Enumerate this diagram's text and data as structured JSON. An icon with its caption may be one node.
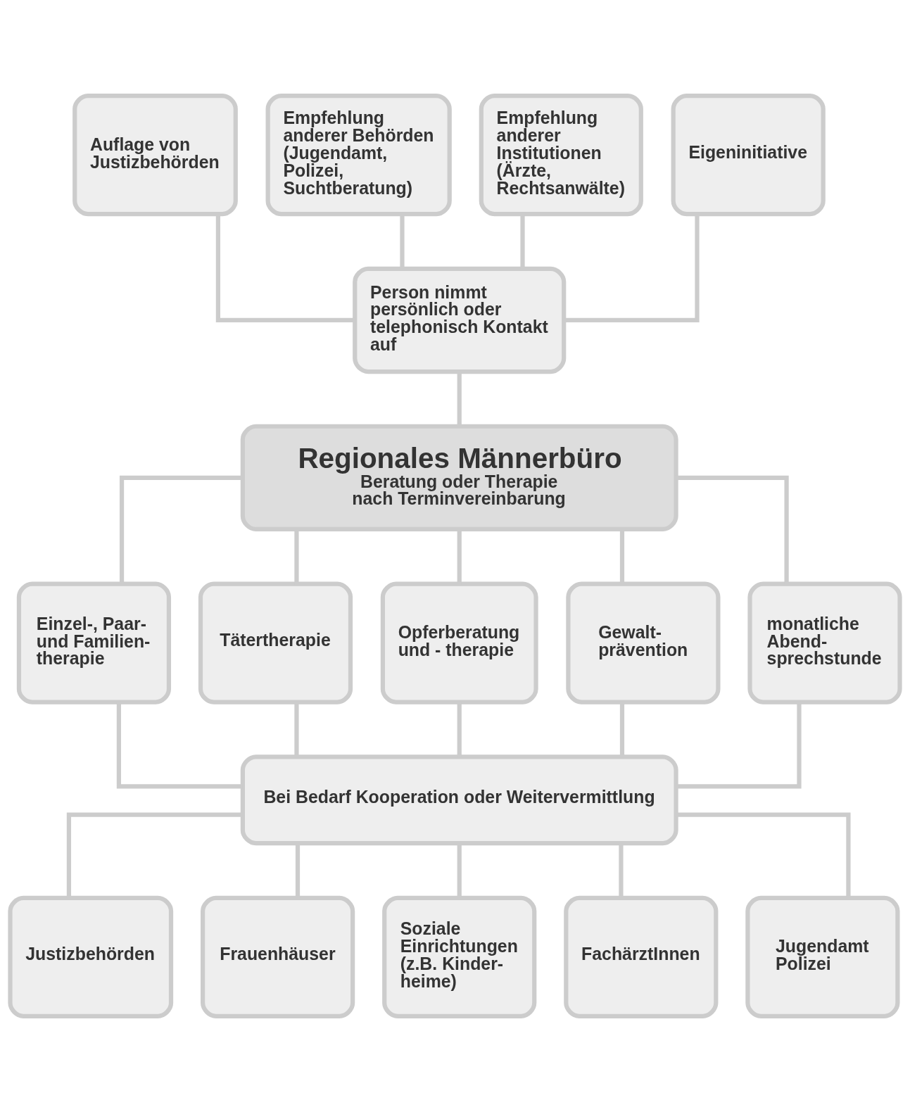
{
  "diagram": {
    "nodes": [
      {
        "text": [
          "Auflage von Justizbehörden"
        ]
      },
      {
        "text": [
          "Empfehlung anderer Behörden (Jugendamt, Polizei, Suchtberatung)"
        ]
      },
      {
        "text": [
          "Empfehlung anderer Institutionen (Ärzte, Rechtsanwälte)"
        ]
      },
      {
        "text": [
          "Eigeninitiative"
        ]
      },
      {
        "text": [
          "Person nimmt persönlich oder telephonisch Kontakt auf"
        ]
      },
      {
        "text": [
          "Regionales Männerbüro",
          "Beratung oder Therapie nach Terminvereinbarung"
        ]
      },
      {
        "text": [
          "Einzel-, Paar- und Familien- therapie"
        ]
      },
      {
        "text": [
          "Tätertherapie"
        ]
      },
      {
        "text": [
          "Opferberatung und - therapie"
        ]
      },
      {
        "text": [
          "Gewalt- prävention"
        ]
      },
      {
        "text": [
          "monatliche Abend- sprechstunde"
        ]
      },
      {
        "text": [
          "Bei Bedarf Kooperation oder Weitervermittlung"
        ]
      },
      {
        "text": [
          "Justizbehörden"
        ]
      },
      {
        "text": [
          "Frauenhäuser"
        ]
      },
      {
        "text": [
          "Soziale Einrichtungen (z.B. Kinder- heime)"
        ]
      },
      {
        "text": [
          "FachärztInnen"
        ]
      },
      {
        "text": [
          "Jugendamt Polizei"
        ]
      }
    ],
    "edges": [
      {
        "from": 0,
        "to": 4,
        "arrow": "none"
      },
      {
        "from": 1,
        "to": 4,
        "arrow": "none"
      },
      {
        "from": 2,
        "to": 4,
        "arrow": "none"
      },
      {
        "from": 3,
        "to": 4,
        "arrow": "none"
      },
      {
        "from": 4,
        "to": 5,
        "arrow": "none"
      },
      {
        "from": 5,
        "to": 6,
        "arrow": "none"
      },
      {
        "from": 5,
        "to": 7,
        "arrow": "none"
      },
      {
        "from": 5,
        "to": 8,
        "arrow": "none"
      },
      {
        "from": 5,
        "to": 9,
        "arrow": "none"
      },
      {
        "from": 5,
        "to": 10,
        "arrow": "none"
      },
      {
        "from": 6,
        "to": 11,
        "arrow": "none"
      },
      {
        "from": 7,
        "to": 11,
        "arrow": "none"
      },
      {
        "from": 8,
        "to": 11,
        "arrow": "none"
      },
      {
        "from": 9,
        "to": 11,
        "arrow": "none"
      },
      {
        "from": 10,
        "to": 11,
        "arrow": "none"
      },
      {
        "from": 11,
        "to": 12,
        "arrow": "none"
      },
      {
        "from": 11,
        "to": 13,
        "arrow": "none"
      },
      {
        "from": 11,
        "to": 14,
        "arrow": "none"
      },
      {
        "from": 11,
        "to": 15,
        "arrow": "none"
      },
      {
        "from": 11,
        "to": 16,
        "arrow": "none"
      }
    ]
  }
}
